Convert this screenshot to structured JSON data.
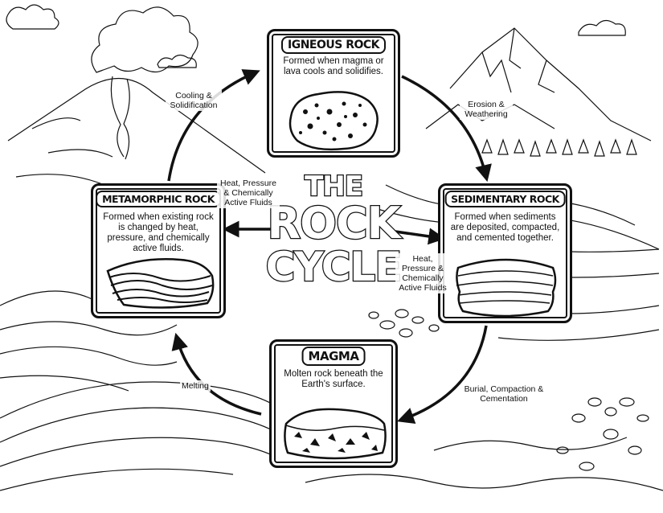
{
  "title": {
    "line1": "THE",
    "line2": "ROCK",
    "line3": "CYCLE"
  },
  "stages": {
    "igneous": {
      "name": "IGNEOUS ROCK",
      "description": "Formed when magma or lava cools and solidifies."
    },
    "sedimentary": {
      "name": "SEDIMENTARY ROCK",
      "description": "Formed when sediments are deposited, compacted, and cemented together."
    },
    "metamorphic": {
      "name": "METAMORPHIC ROCK",
      "description": "Formed when existing rock is changed by heat, pressure, and chemically active fluids."
    },
    "magma": {
      "name": "MAGMA",
      "description": "Molten rock beneath the Earth's surface."
    }
  },
  "processes": {
    "cooling": "Cooling & Solidification",
    "erosion": "Erosion & Weathering",
    "heat_left": "Heat, Pressure & Chemically Active Fluids",
    "heat_right": "Heat, Pressure & Chemically Active Fluids",
    "melting": "Melting",
    "burial": "Burial, Compaction & Cementation"
  }
}
